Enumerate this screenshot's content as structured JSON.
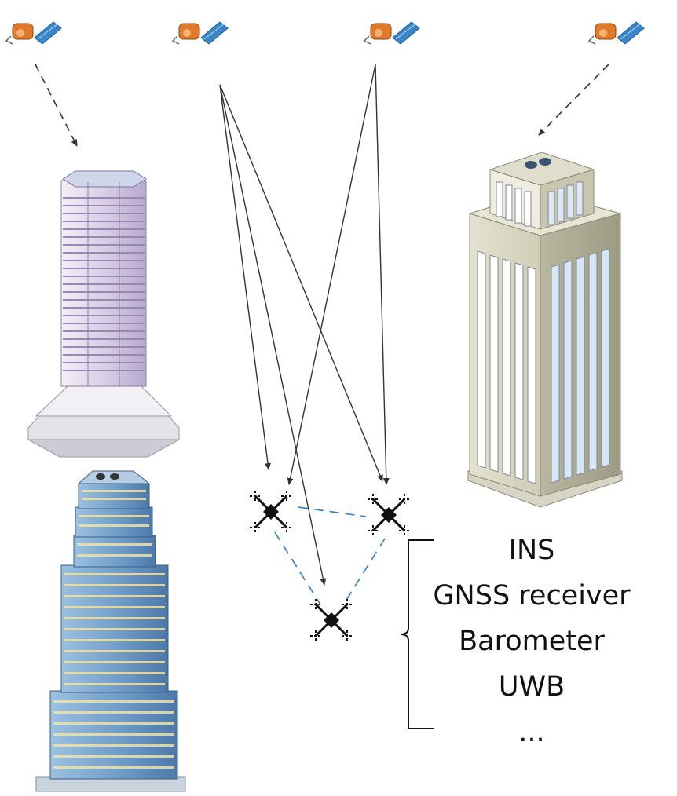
{
  "sensors": [
    "INS",
    "GNSS receiver",
    "Barometer",
    "UWB",
    "..."
  ],
  "icons": {
    "satellite": "satellite-icon",
    "drone": "quadcopter-drone-icon",
    "building": "skyscraper-icon"
  },
  "colors": {
    "signal_arrow": "#333333",
    "formation_link": "#2f7fc1",
    "satellite_panel": "#3a86c8",
    "satellite_body": "#e07a2a"
  }
}
